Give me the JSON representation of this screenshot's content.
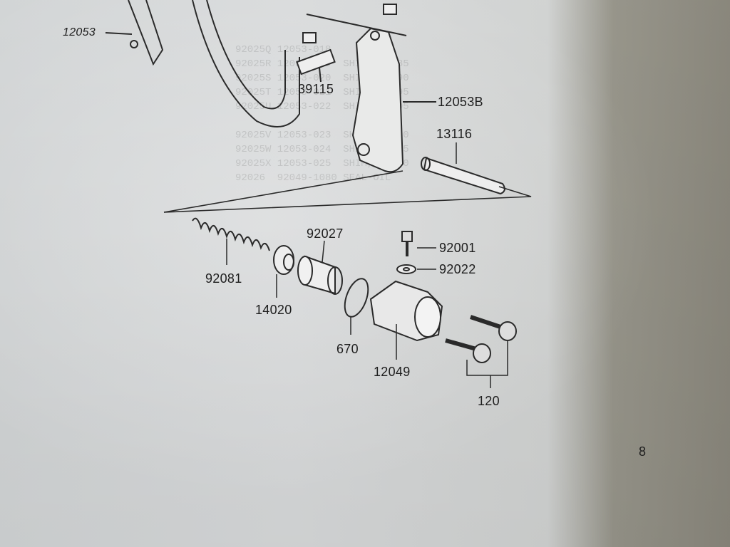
{
  "labels": {
    "p12053": "12053",
    "p39115": "39115",
    "p12053B": "12053B",
    "p13116": "13116",
    "p92027": "92027",
    "p92001": "92001",
    "p92022": "92022",
    "p92081": "92081",
    "p14020": "14020",
    "p670": "670",
    "p12049": "12049",
    "p120": "120"
  },
  "page_number": "8"
}
